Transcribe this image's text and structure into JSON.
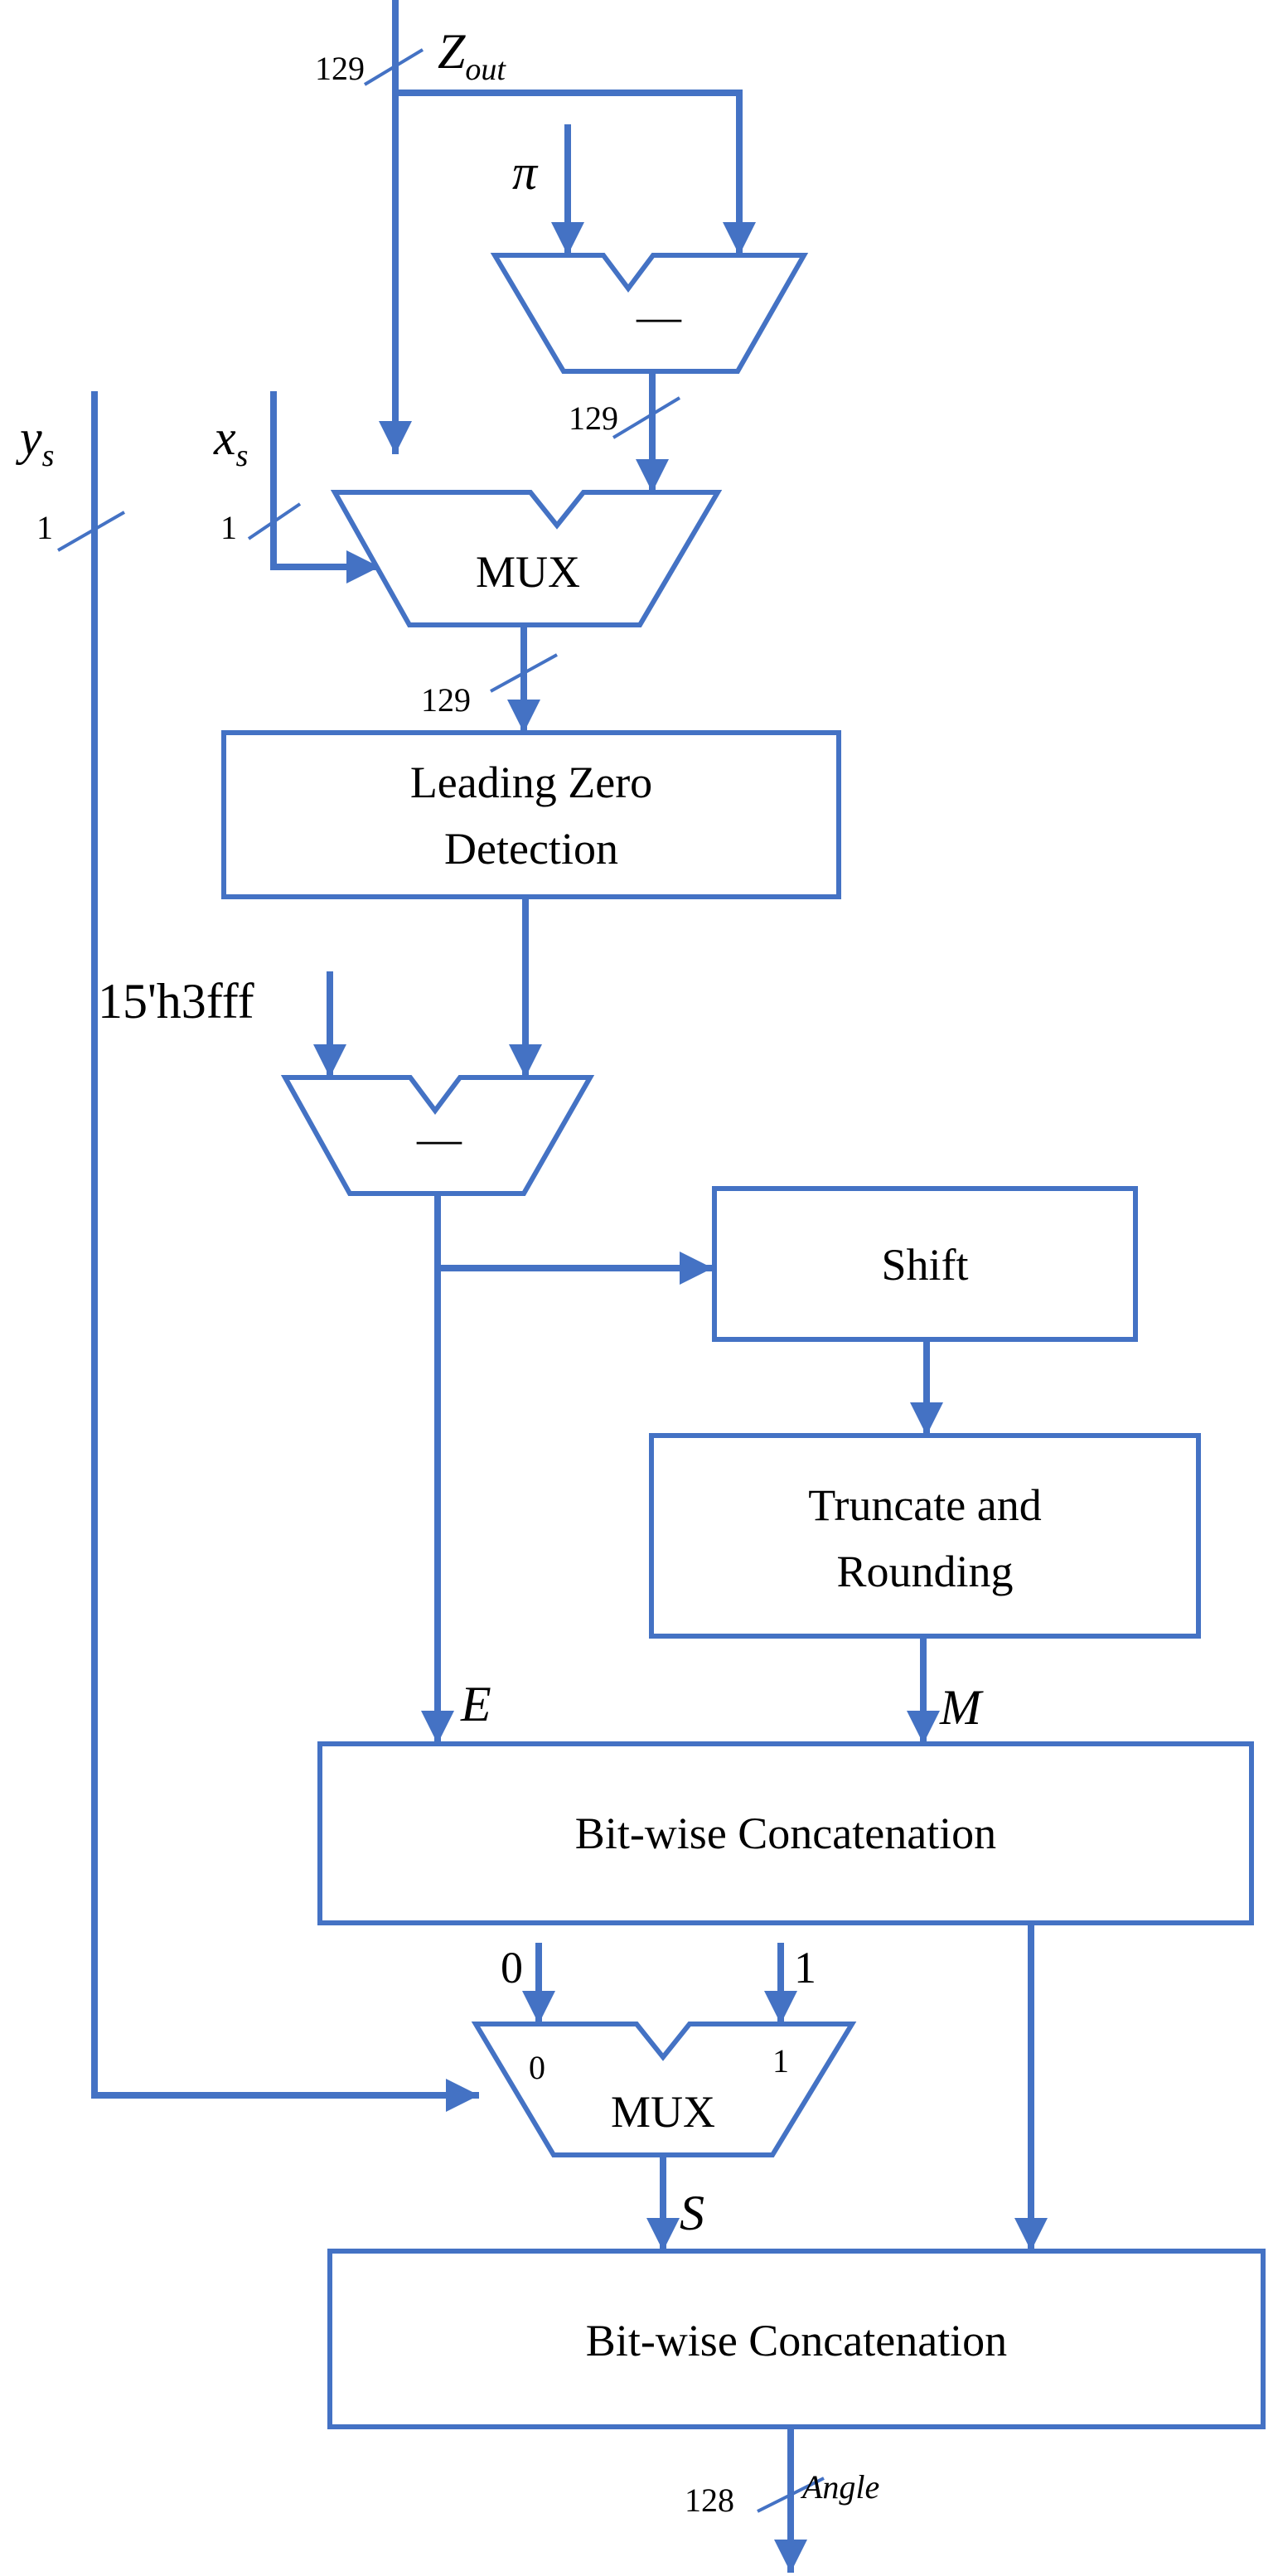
{
  "labels": {
    "z": "Z",
    "z_sub": "out",
    "pi": "π",
    "x": "x",
    "x_sub": "s",
    "y": "y",
    "y_sub": "s",
    "const": "15'h3fff",
    "E": "E",
    "M": "M",
    "S": "S",
    "angle": "Angle"
  },
  "widths": {
    "zout": "129",
    "sub1": "129",
    "mux1": "129",
    "xs": "1",
    "ys": "1",
    "angle": "128"
  },
  "blocks": {
    "sub1": "—",
    "mux1": "MUX",
    "lzd_line1": "Leading Zero",
    "lzd_line2": "Detection",
    "sub2": "—",
    "shift": "Shift",
    "trunc_line1": "Truncate and",
    "trunc_line2": "Rounding",
    "concat1": "Bit-wise Concatenation",
    "mux2": "MUX",
    "mux2_in0": "0",
    "mux2_in1": "1",
    "mux2_port0": "0",
    "mux2_port1": "1",
    "concat2": "Bit-wise Concatenation"
  },
  "colors": {
    "line": "#4472C4",
    "text": "#000000",
    "background": "#ffffff"
  }
}
